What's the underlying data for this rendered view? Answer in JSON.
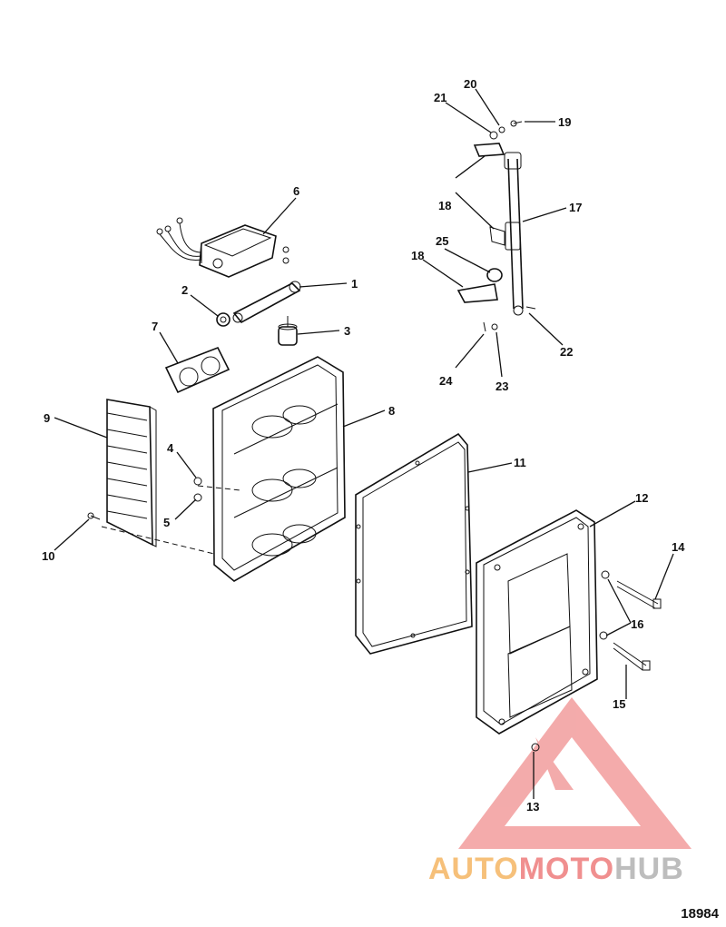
{
  "callouts": [
    {
      "id": "1",
      "label": "1"
    },
    {
      "id": "2",
      "label": "2"
    },
    {
      "id": "3",
      "label": "3"
    },
    {
      "id": "4",
      "label": "4"
    },
    {
      "id": "5",
      "label": "5"
    },
    {
      "id": "6",
      "label": "6"
    },
    {
      "id": "7",
      "label": "7"
    },
    {
      "id": "8",
      "label": "8"
    },
    {
      "id": "9",
      "label": "9"
    },
    {
      "id": "10",
      "label": "10"
    },
    {
      "id": "11",
      "label": "11"
    },
    {
      "id": "12",
      "label": "12"
    },
    {
      "id": "13",
      "label": "13"
    },
    {
      "id": "14",
      "label": "14"
    },
    {
      "id": "15",
      "label": "15"
    },
    {
      "id": "16",
      "label": "16"
    },
    {
      "id": "17",
      "label": "17"
    },
    {
      "id": "18a",
      "label": "18"
    },
    {
      "id": "18b",
      "label": "18"
    },
    {
      "id": "19",
      "label": "19"
    },
    {
      "id": "20",
      "label": "20"
    },
    {
      "id": "21",
      "label": "21"
    },
    {
      "id": "22",
      "label": "22"
    },
    {
      "id": "23",
      "label": "23"
    },
    {
      "id": "24",
      "label": "24"
    },
    {
      "id": "25",
      "label": "25"
    }
  ],
  "reference_number": "18984",
  "watermark": {
    "text_part1": "AUTO",
    "text_part2": "MOTO",
    "text_part3": "HUB"
  },
  "colors": {
    "line": "#111111",
    "watermark_red": "#f08f8f",
    "watermark_orange": "#f6c07a",
    "watermark_gray": "#bdbdbd"
  }
}
